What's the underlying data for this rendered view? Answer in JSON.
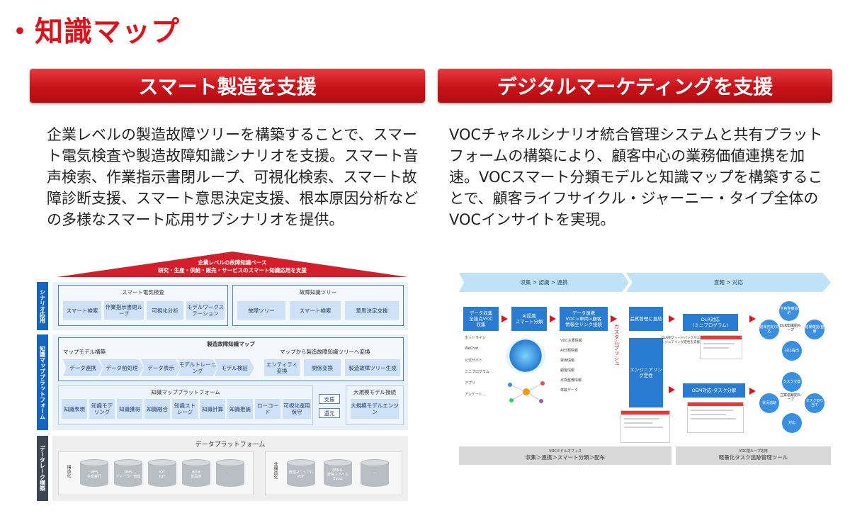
{
  "page": {
    "title": "・知識マップ"
  },
  "left": {
    "banner": "スマート製造を支援",
    "description": "企業レベルの製造故障ツリーを構築することで、スマート電気検査や製造故障知識シナリオを支援。スマート音声検索、作業指示書閉ループ、可視化検索、スマート故障診断支援、スマート意思決定支援、根本原因分析などの多様なスマート応用サブシナリオを提供。"
  },
  "right": {
    "banner": "デジタルマーケティングを支援",
    "description": "VOCチャネルシナリオ統合管理システムと共有プラットフォームの構築により、顧客中心の業務価値連携を加速。VOCスマート分類モデルと知識マップを構築することで、顧客ライフサイクル・ジャーニー・タイプ全体のVOCインサイトを実現。"
  },
  "left_diagram": {
    "roof_line1": "企業レベルの故障知識ベース",
    "roof_line2": "研究・生産・供給・販売・サービスのスマート知識応用を支援",
    "tabs": [
      "シナリオ応用",
      "知識マッププラットフォーム",
      "データレーク構築"
    ],
    "scenario": {
      "group1_title": "スマート電気検査",
      "group1_items": [
        "スマート検索",
        "作業指示書閉ループ",
        "可視化分析",
        "モデルワークステーション"
      ],
      "group2_title": "故障知識ツリー",
      "group2_items": [
        "故障ツリー",
        "スマート検索",
        "意思決定支援"
      ]
    },
    "platform": {
      "box_title": "製造故障知識マップ",
      "left_label": "マップモデル構築",
      "right_label": "マップから製造故障知識ツリーへ変換",
      "steps": [
        "データ連携",
        "データ前処理",
        "データ表示",
        "モデルトレーニング",
        "モデル検証"
      ],
      "right_items": [
        "エンティティ変換",
        "関係変換",
        "製造故障ツリー生成"
      ],
      "sub_title": "知識マッププラットフォーム",
      "sub_items": [
        "知識表現",
        "知識モデリング",
        "知識獲得",
        "知識融合",
        "知識ストレージ",
        "知識計算",
        "知識推論",
        "ローコード",
        "可視化運用保守"
      ],
      "support": "支援",
      "return": "還元",
      "large_model_title": "大規模モデル接続",
      "large_model_item": "大規模モデルエンジン"
    },
    "data": {
      "title": "データプラットフォーム",
      "structured_label": "構造化",
      "structured_items": [
        "MES\n生産実行",
        "DMS\nディーラー管理",
        "IOT\nIOT",
        "BOM\n部品表",
        "..."
      ],
      "unstructured_label": "非構造化",
      "unstructured_items": [
        "修理マニュアル\nPDF",
        "FEMA-\n故障ファイル\nExcel",
        "..."
      ]
    }
  },
  "right_diagram": {
    "step1": "収集 > 認識 > 連携",
    "step2": "直轄 > 対応",
    "collect_box": "データ収集\n全接点VOC\n収集",
    "ai_box": "AI認識\nスマート分類",
    "link_box": "データ連携\nVOC>車両>顧客\n情報全リンク接続",
    "channels": [
      "ホットライン",
      "WeChat",
      "公式サイト",
      "ミニプログラム",
      "アプリ",
      "アンケート..."
    ],
    "link_items": [
      "VOC主要情報",
      "AI分類情報",
      "車両情報",
      "顧客情報",
      "点検整備情報",
      "車載データ"
    ],
    "push_label": "カスタムプッシュ",
    "quality_box": "品質管理に直結",
    "engineering_box": "エンジニアリング定性",
    "dlr_box": "DLR対応\n(ミニプログラム)",
    "dlr_note": "DLR側フィードバックがエンジニアリング定性を支援",
    "oem_box": "OEM対応-タスク分解",
    "dlr_cycle": [
      "全検整備協約",
      "結果判定/対応",
      "DLR知識閉ループ",
      "結果確認/整備",
      "対応提出"
    ],
    "oem_cycle": [
      "タスク立案",
      "状況追跡",
      "立案追跡閉ループ",
      "タスク割り当て",
      "対応"
    ],
    "bottom_left_small": "VOCミドルオフィス",
    "bottom_left_main": "収集＞連携＞スマート分類＞配布",
    "bottom_right_small": "VOC閉ループ応用",
    "bottom_right_main": "軽量化タスク追跡管理ツール"
  }
}
